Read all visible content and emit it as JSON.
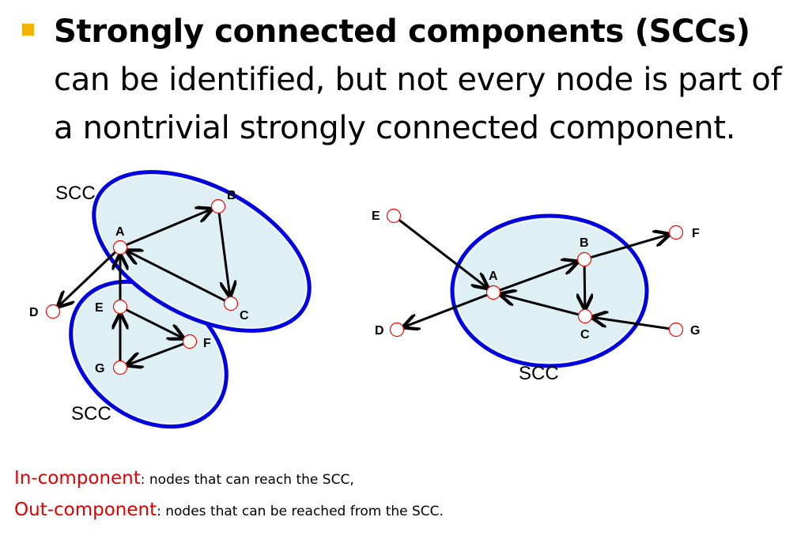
{
  "heading": {
    "bold": "Strongly connected components (SCCs)",
    "rest": " can be identified, but not every node is part of a nontrivial strongly connected component."
  },
  "colors": {
    "bullet": "#f0b400",
    "ellipse_stroke": "#0000e0",
    "ellipse_fill": "#dff0f5",
    "node_stroke": "#ff0000",
    "term": "#e00000"
  },
  "left_diagram": {
    "scc_labels": [
      "SCC",
      "SCC"
    ],
    "nodes": [
      "A",
      "B",
      "C",
      "D",
      "E",
      "F",
      "G"
    ],
    "edges": [
      [
        "A",
        "B"
      ],
      [
        "B",
        "C"
      ],
      [
        "C",
        "A"
      ],
      [
        "A",
        "D"
      ],
      [
        "E",
        "A"
      ],
      [
        "E",
        "F"
      ],
      [
        "F",
        "G"
      ],
      [
        "G",
        "E"
      ]
    ]
  },
  "right_diagram": {
    "scc_label": "SCC",
    "nodes": [
      "A",
      "B",
      "C",
      "D",
      "E",
      "F",
      "G"
    ],
    "edges": [
      [
        "E",
        "A"
      ],
      [
        "A",
        "B"
      ],
      [
        "B",
        "C"
      ],
      [
        "C",
        "A"
      ],
      [
        "A",
        "D"
      ],
      [
        "B",
        "F"
      ],
      [
        "G",
        "C"
      ]
    ]
  },
  "definitions": [
    {
      "term": "In-component",
      "text": ": nodes that can reach the SCC,"
    },
    {
      "term": "Out-component",
      "text": ": nodes that can be reached from the SCC."
    }
  ]
}
